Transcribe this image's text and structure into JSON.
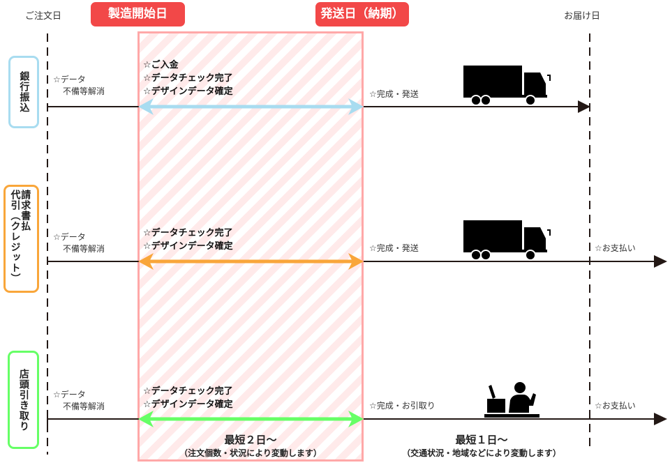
{
  "header": {
    "order_date": "ご注文日",
    "production_start": "製造開始日",
    "ship_date": "発送日（納期）",
    "delivery_date": "お届け日"
  },
  "colors": {
    "badge": "#f24848",
    "zone": "#ffa8a8",
    "bank": "#a8dcf0",
    "cod": "#f9a63a",
    "store": "#66ff66"
  },
  "rows": [
    {
      "label": "銀行振込",
      "pre_note": [
        "☆データ",
        "不備等解消"
      ],
      "production_items": [
        "☆ご入金",
        "☆データチェック完了",
        "☆デザインデータ確定"
      ],
      "ship_note": "☆完成・発送",
      "icon": "truck-icon"
    },
    {
      "label_right": "代引（クレジット）",
      "label_left": "請求書払",
      "pre_note": [
        "☆データ",
        "不備等解消"
      ],
      "production_items": [
        "☆データチェック完了",
        "☆デザインデータ確定"
      ],
      "ship_note": "☆完成・発送",
      "icon": "truck-icon",
      "after_note": "☆お支払い"
    },
    {
      "label": "店頭引き取り",
      "pre_note": [
        "☆データ",
        "不備等解消"
      ],
      "production_items": [
        "☆データチェック完了",
        "☆デザインデータ確定"
      ],
      "ship_note": "☆完成・お引取り",
      "icon": "cashier-icon",
      "after_note": "☆お支払い"
    }
  ],
  "footer": {
    "production_min": "最短２日〜",
    "production_note": "（注文個数・状況により変動します）",
    "delivery_min": "最短１日〜",
    "delivery_note": "（交通状況・地域などにより変動します）"
  }
}
